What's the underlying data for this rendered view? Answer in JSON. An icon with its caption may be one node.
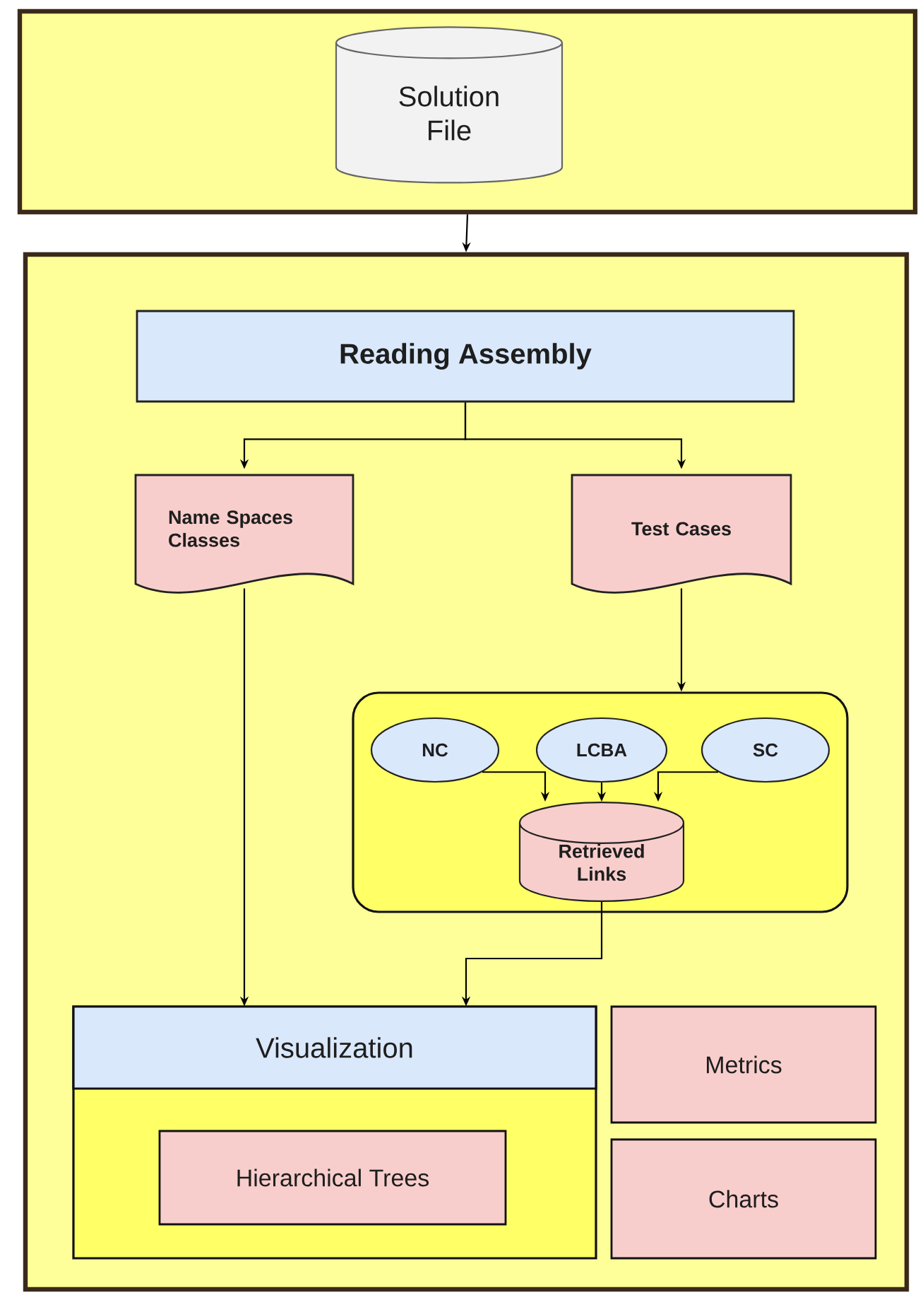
{
  "diagram": {
    "nodes": [
      {
        "text": [],
        "shape": "box"
      },
      {
        "text": [
          "Solution File"
        ],
        "in": 0
      },
      {
        "text": [],
        "shape": "box"
      },
      {
        "text": [
          "Reading Assembly"
        ],
        "in": 2
      },
      {
        "text": [
          "Name Spaces Classes"
        ],
        "in": 2
      },
      {
        "text": [
          "Test Cases"
        ],
        "in": 2
      },
      {
        "text": [],
        "shape": "box",
        "in": 2
      },
      {
        "text": [
          "NC"
        ],
        "in": 6
      },
      {
        "text": [
          "LCBA"
        ],
        "in": 6
      },
      {
        "text": [
          "SC"
        ],
        "in": 6
      },
      {
        "text": [
          "Retrieved Links"
        ],
        "in": 6
      },
      {
        "text": [
          "Visualization"
        ],
        "in": 2
      },
      {
        "text": [
          "Hierarchical Trees"
        ],
        "in": 11
      },
      {
        "text": [
          "Metrics"
        ],
        "in": 2
      },
      {
        "text": [
          "Charts"
        ],
        "in": 2
      }
    ],
    "edges": [
      {
        "from": 0,
        "to": 2,
        "arrow": "to"
      },
      {
        "from": 3,
        "to": 4,
        "arrow": "to"
      },
      {
        "from": 3,
        "to": 5,
        "arrow": "to"
      },
      {
        "from": 5,
        "to": 6,
        "arrow": "to"
      },
      {
        "from": 4,
        "to": 11,
        "arrow": "to"
      },
      {
        "from": 7,
        "to": 10,
        "arrow": "to"
      },
      {
        "from": 8,
        "to": 10,
        "arrow": "to"
      },
      {
        "from": 9,
        "to": 10,
        "arrow": "to"
      },
      {
        "from": 10,
        "to": 11,
        "arrow": "to"
      }
    ]
  }
}
